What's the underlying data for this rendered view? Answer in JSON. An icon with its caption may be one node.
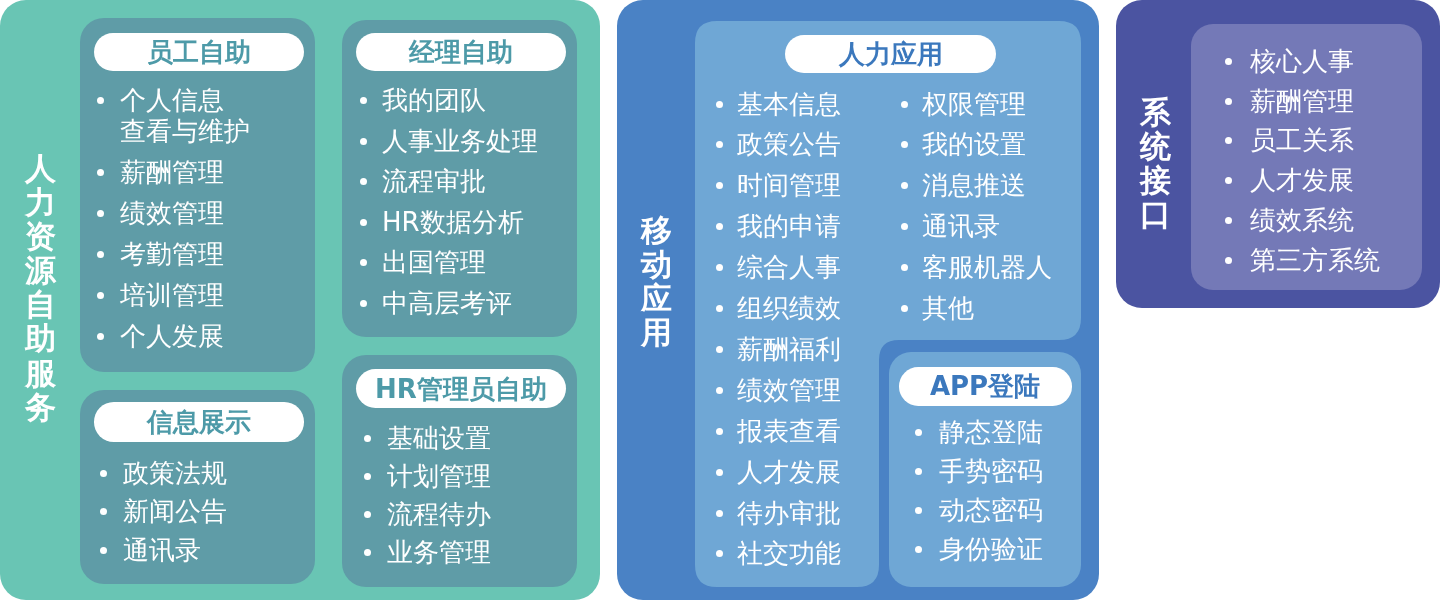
{
  "diagram": {
    "nodes": [
      {
        "text": [
          "人力资源自助服务"
        ]
      },
      {
        "text": [
          "个人信息查看与维护",
          "薪酬管理",
          "绩效管理",
          "考勤管理",
          "培训管理",
          "个人发展"
        ],
        "in": 0
      },
      {
        "text": [
          "员工自助"
        ],
        "in": 1
      },
      {
        "text": [
          "我的团队",
          "人事业务处理",
          "流程审批",
          "HR数据分析",
          "出国管理",
          "中高层考评"
        ],
        "in": 0
      },
      {
        "text": [
          "经理自助"
        ],
        "in": 3
      },
      {
        "text": [
          "政策法规",
          "新闻公告",
          "通讯录"
        ],
        "in": 0
      },
      {
        "text": [
          "信息展示"
        ],
        "in": 5
      },
      {
        "text": [
          "基础设置",
          "计划管理",
          "流程待办",
          "业务管理"
        ],
        "in": 0
      },
      {
        "text": [
          "HR管理员自助"
        ],
        "in": 7
      },
      {
        "text": [
          "移动应用"
        ]
      },
      {
        "text": [
          "基本信息",
          "政策公告",
          "时间管理",
          "我的申请",
          "综合人事",
          "组织绩效",
          "薪酬福利",
          "绩效管理",
          "报表查看",
          "人才发展",
          "待办审批",
          "社交功能",
          "权限管理",
          "我的设置",
          "消息推送",
          "通讯录",
          "客服机器人",
          "其他"
        ],
        "in": 9
      },
      {
        "text": [
          "人力应用"
        ],
        "in": 10
      },
      {
        "text": [
          "静态登陆",
          "手势密码",
          "动态密码",
          "身份验证"
        ],
        "in": 9
      },
      {
        "text": [
          "APP登陆"
        ],
        "in": 12
      },
      {
        "text": [
          "系统接口"
        ]
      },
      {
        "text": [
          "核心人事",
          "薪酬管理",
          "员工关系",
          "人才发展",
          "绩效系统",
          "第三方系统"
        ],
        "in": 14
      }
    ]
  }
}
